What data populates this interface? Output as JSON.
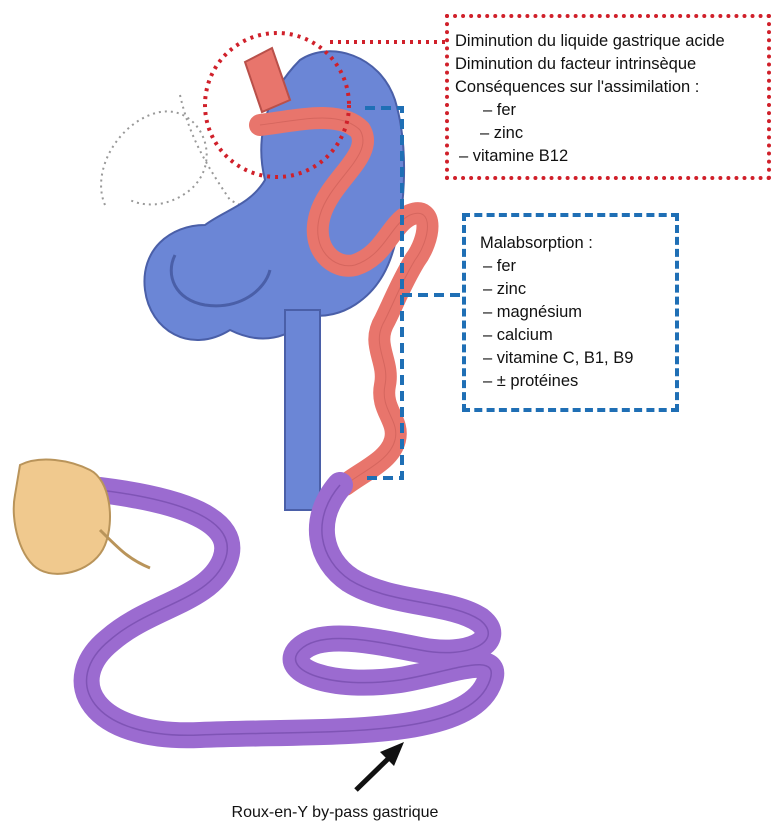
{
  "stomach_box": {
    "lines": [
      "Diminution du liquide gastrique acide",
      "Diminution du facteur intrinsèque",
      "Conséquences sur l'assimilation :",
      "– fer",
      "– zinc",
      "– vitamine B12"
    ],
    "color": "#d0202a"
  },
  "intestine_box": {
    "lines": [
      "Malabsorption :",
      "– fer",
      "– zinc",
      "– magnésium",
      "– calcium",
      "– vitamine C, B1, B9",
      "– ± protéines"
    ],
    "color": "#1f6fb5"
  },
  "caption": "Roux-en-Y by-pass gastrique",
  "colors": {
    "stomach": "#6b86d6",
    "roux_limb": "#e8756c",
    "small_intestine": "#9b6bd0",
    "pancreas": "#f0c98e"
  }
}
